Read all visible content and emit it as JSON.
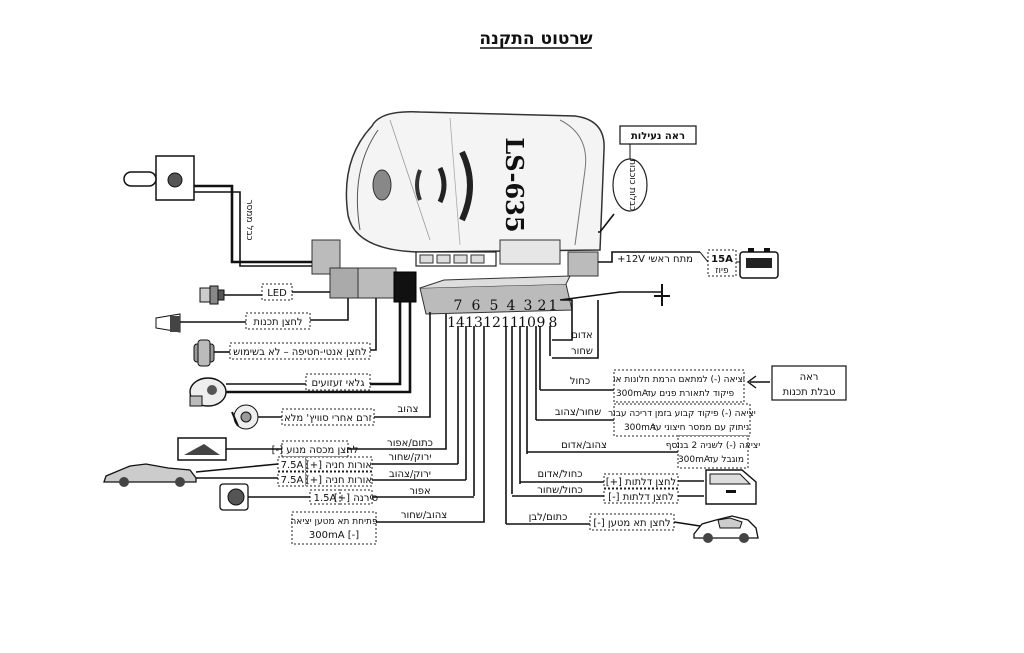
{
  "title": "שרטוט התקנה",
  "model": "LS-635",
  "see_coils": "ראה נעילות",
  "ecu_note": "כבלות כוכבות",
  "main_12v": "מתח ראשי 12V+",
  "fuse": {
    "value": "15A",
    "label": "פיוז"
  },
  "led": "LED",
  "program_button": "לחצן תכנות",
  "antenna_vertical": "כבל ממסר",
  "antihijack": "לחצן אנטי-חטיפה – לא בשימוש",
  "shock_sensor": "גלאי זעזועים",
  "pin_numbers_top": [
    "7",
    "6",
    "5",
    "4",
    "3",
    "2",
    "1"
  ],
  "pin_numbers_bottom": [
    "14",
    "13",
    "12",
    "11",
    "10",
    "9",
    "8"
  ],
  "left_wires": {
    "yellow": "צהוב",
    "ignition_label": "זרם אחרי סוויץ' מלא",
    "brown_gray": "כתום/אפור",
    "hood_button": "לחצן מכסה מנוע [-]",
    "green_black": "ירוק/שחור",
    "park_light_1_amp": "7.5A",
    "park_light_1": "אורות חניה  [+]",
    "green_yellow": "ירוק/צהוב",
    "park_light_2_amp": "7.5A",
    "park_light_2": "אורות חניה  [+]",
    "gray": "אפור",
    "siren_amp": "1.5A",
    "siren": "סירנה  [+]",
    "yellow_black": "צהוב/שחור",
    "trunk_out_1": "פתיחת תא מטען יציאה",
    "trunk_out_2": "300mA [-]"
  },
  "right_wires": {
    "red": "אדום",
    "black": "שחור",
    "blue": "כחול",
    "see_table_1": "ראה",
    "see_table_2": "טבלת תכנות",
    "window_out_1": "יציאה (-) למתאם הרמת חלונות או",
    "window_out_2": "פיקוד לתאורת פנים עד",
    "window_out_3": "300mA",
    "black_yellow": "שחור/צהוב",
    "immob_1": "יציאה (-) פיקוד קבוע בזמן דריכה עבור",
    "immob_2": "ניתוק עם ממסר חיצוני עד",
    "immob_3": "300mA",
    "yellow_red": "צהוב/אדום",
    "pulse_1": "יציאה (-) לשניה 2 בנוסף",
    "pulse_2": "מוגבל עד",
    "pulse_3": "300mA",
    "blue_red": "כחול/אדום",
    "door_pos": "לחצן דלתות [+]",
    "blue_black": "כחול/שחור",
    "door_neg": "לחצן דלתות  [-]",
    "orange_white": "כתום/לבן",
    "trunk_btn": "לחצן תא מטען  [-]"
  }
}
